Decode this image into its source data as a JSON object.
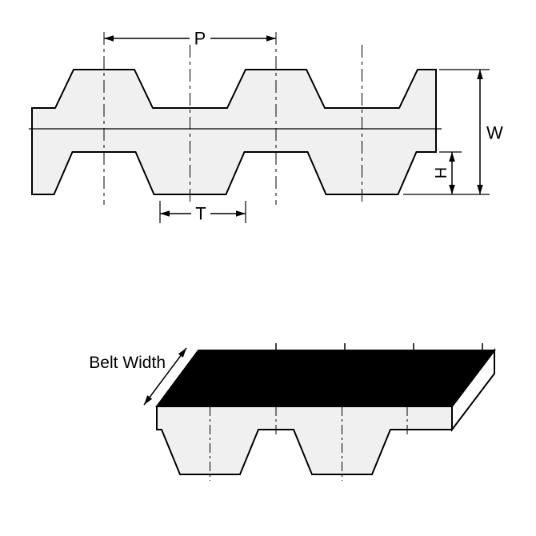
{
  "diagram": {
    "cross_section": {
      "pitch_label": "P",
      "width_label": "W",
      "height_label": "H",
      "tooth_label": "T"
    },
    "perspective": {
      "belt_width_label": "Belt Width"
    },
    "colors": {
      "line": "#000000",
      "belt_fill": "#f0f0f0",
      "top_surface": "#000000",
      "end_face": "#ffffff",
      "background": "#ffffff"
    }
  }
}
